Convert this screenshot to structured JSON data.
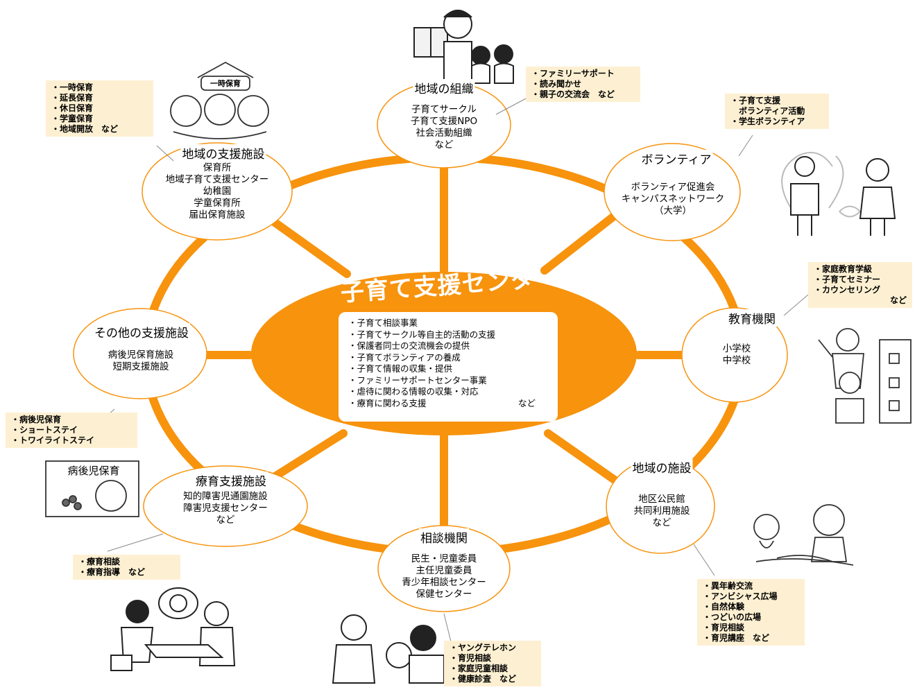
{
  "center": {
    "title": "子育て支援センター",
    "services": [
      "・子育て相談事業",
      "・子育てサークル等自主的活動の支援",
      "・保護者同士の交流機会の提供",
      "・子育てボランティアの養成",
      "・子育て情報の収集・提供",
      "・ファミリーサポートセンター事業",
      "・虐待に関わる情報の収集・対応"
    ],
    "last_service": "・療育に関わる支援",
    "last_suffix": "など"
  },
  "nodes": {
    "chiiki_soshiki": {
      "title": "地域の組織",
      "lines": [
        "子育てサークル",
        "子育て支援NPO",
        "社会活動組織",
        "など"
      ]
    },
    "volunteer": {
      "title": "ボランティア",
      "lines": [
        "ボランティア促進会",
        "キャンパスネットワーク",
        "（大学）"
      ]
    },
    "kyoiku": {
      "title": "教育機関",
      "lines": [
        "小学校",
        "中学校"
      ]
    },
    "chiiki_shisetsu": {
      "title": "地域の施設",
      "lines": [
        "地区公民館",
        "共同利用施設",
        "など"
      ]
    },
    "soudan": {
      "title": "相談機関",
      "lines": [
        "民生・児童委員",
        "主任児童委員",
        "青少年相談センター",
        "保健センター"
      ]
    },
    "ryoiku": {
      "title": "療育支援施設",
      "lines": [
        "知的障害児通園施設",
        "障害児支援センター",
        "など"
      ]
    },
    "sonota": {
      "title": "その他の支援施設",
      "lines": [
        "病後児保育施設",
        "短期支援施設"
      ]
    },
    "shien_shisetsu": {
      "title": "地域の支援施設",
      "lines": [
        "保育所",
        "地域子育て支援センター",
        "幼稚園",
        "学童保育所",
        "届出保育施設"
      ]
    }
  },
  "notes": {
    "top_left": [
      "・一時保育",
      "・延長保育",
      "・休日保育",
      "・学童保育",
      "・地域開放　など"
    ],
    "top_center": [
      "・ファミリーサポート",
      "・読み聞かせ",
      "・親子の交流会　など"
    ],
    "top_right": [
      "・子育て支援",
      "　ボランティア活動",
      "・学生ボランティア"
    ],
    "right": [
      "・家庭教育学級",
      "・子育てセミナー",
      "・カウンセリング",
      "など"
    ],
    "left": [
      "・病後児保育",
      "・ショートステイ",
      "・トワイライトステイ"
    ],
    "bottom_left": [
      "・療育相談",
      "・療育指導　など"
    ],
    "bottom_center": [
      "・ヤングテレホン",
      "・育児相談",
      "・家庭児童相談",
      "・健康診査　など"
    ],
    "bottom_right": [
      "・異年齢交流",
      "・アンビシャス広場",
      "・自然体験",
      "・つどいの広場",
      "・育児相談",
      "・育児講座　など"
    ]
  },
  "clipart": {
    "ichiji_sign": "一時保育",
    "byougo_sign": "病後児保育"
  },
  "colors": {
    "accent": "#f7930d",
    "note_bg": "#fdf0d2",
    "node_border": "#f7930d"
  }
}
